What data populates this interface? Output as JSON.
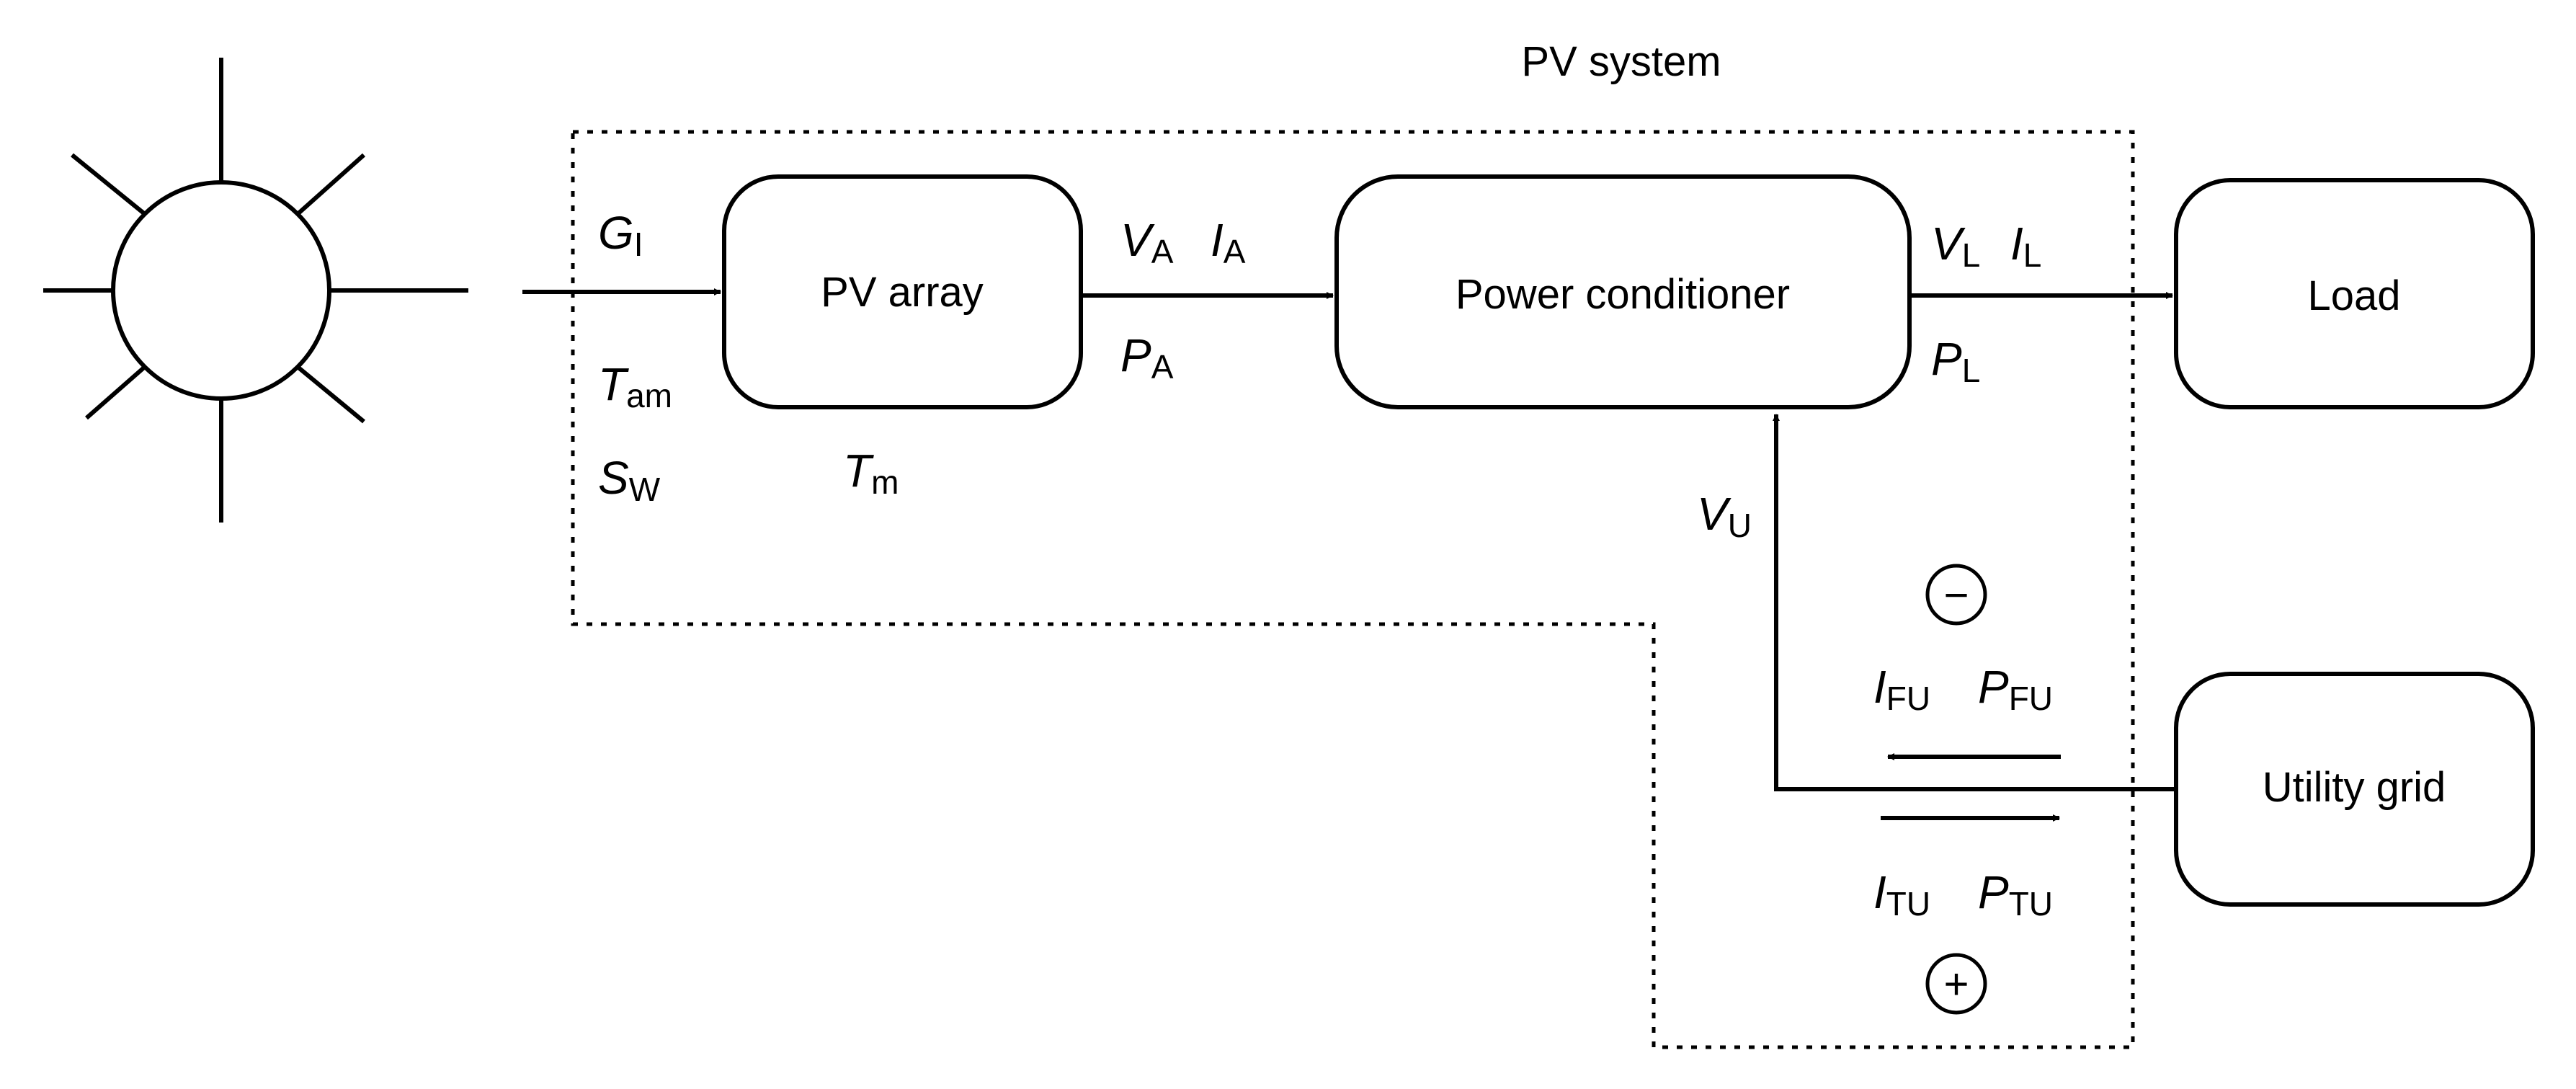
{
  "title": "PV system",
  "blocks": {
    "pv_array": "PV array",
    "power_conditioner": "Power conditioner",
    "load": "Load",
    "utility_grid": "Utility grid"
  },
  "variables": {
    "g_i": {
      "main": "G",
      "sub": "I"
    },
    "t_am": {
      "main": "T",
      "sub": "am"
    },
    "s_w": {
      "main": "S",
      "sub": "W"
    },
    "t_m": {
      "main": "T",
      "sub": "m"
    },
    "v_a": {
      "main": "V",
      "sub": "A"
    },
    "i_a": {
      "main": "I",
      "sub": "A"
    },
    "p_a": {
      "main": "P",
      "sub": "A"
    },
    "v_l": {
      "main": "V",
      "sub": "L"
    },
    "i_l": {
      "main": "I",
      "sub": "L"
    },
    "p_l": {
      "main": "P",
      "sub": "L"
    },
    "v_u": {
      "main": "V",
      "sub": "U"
    },
    "i_fu": {
      "main": "I",
      "sub": "FU"
    },
    "p_fu": {
      "main": "P",
      "sub": "FU"
    },
    "i_tu": {
      "main": "I",
      "sub": "TU"
    },
    "p_tu": {
      "main": "P",
      "sub": "TU"
    }
  },
  "signs": {
    "minus": "−",
    "plus": "+"
  }
}
